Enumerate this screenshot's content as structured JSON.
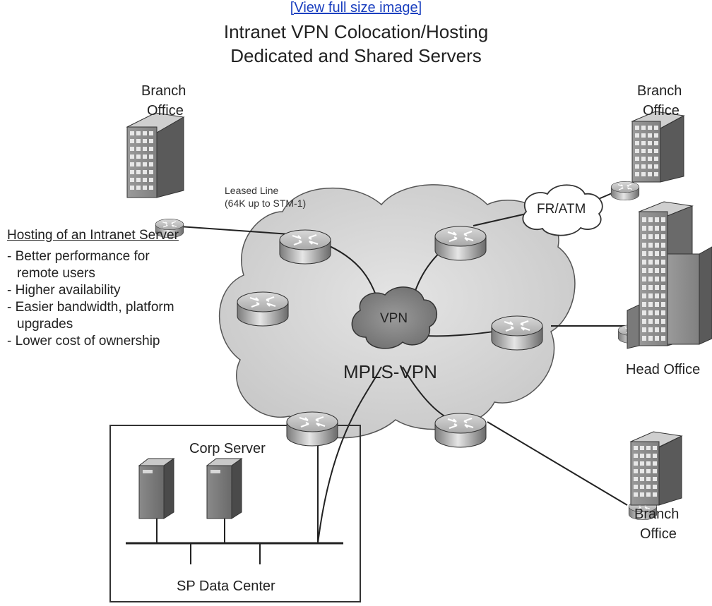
{
  "header": {
    "view_full_size": "[View full size image]"
  },
  "diagram": {
    "title_line1": "Intranet VPN Colocation/Hosting",
    "title_line2": "Dedicated and Shared Servers",
    "branch_office_tl": [
      "Branch",
      "Office"
    ],
    "branch_office_tr": [
      "Branch",
      "Office"
    ],
    "branch_office_br": [
      "Branch",
      "Office"
    ],
    "head_office": "Head Office",
    "leased_line": [
      "Leased Line",
      "(64K up to STM-1)"
    ],
    "fr_atm": "FR/ATM",
    "vpn": "VPN",
    "mpls_vpn": "MPLS-VPN",
    "corp_server": "Corp Server",
    "sp_data_center": "SP Data Center",
    "hosting_heading": "Hosting of an Intranet Server",
    "benefits": [
      "- Better performance for",
      "  remote users",
      "- Higher availability",
      "- Easier bandwidth, platform",
      "  upgrades",
      "- Lower cost of ownership"
    ]
  }
}
